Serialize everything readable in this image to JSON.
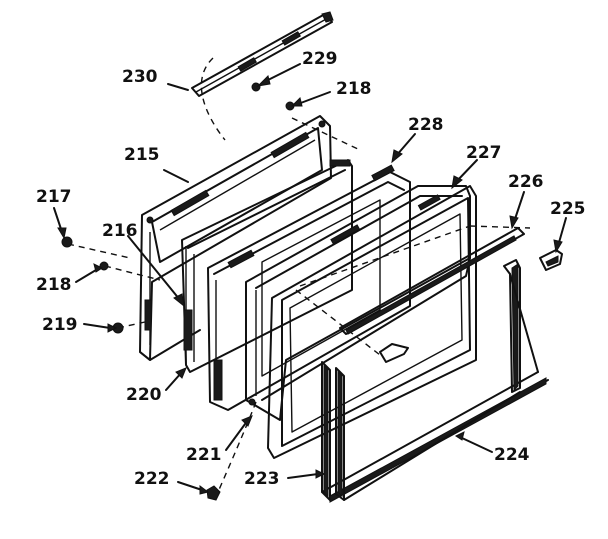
{
  "diagram": {
    "labels": {
      "l230": "230",
      "l229": "229",
      "l218a": "218",
      "l228": "228",
      "l227": "227",
      "l226": "226",
      "l225": "225",
      "l215": "215",
      "l217": "217",
      "l216": "216",
      "l218b": "218",
      "l219": "219",
      "l220": "220",
      "l221": "221",
      "l222": "222",
      "l223": "223",
      "l224": "224"
    },
    "colors": {
      "ink": "#111111",
      "background": "#ffffff"
    }
  }
}
